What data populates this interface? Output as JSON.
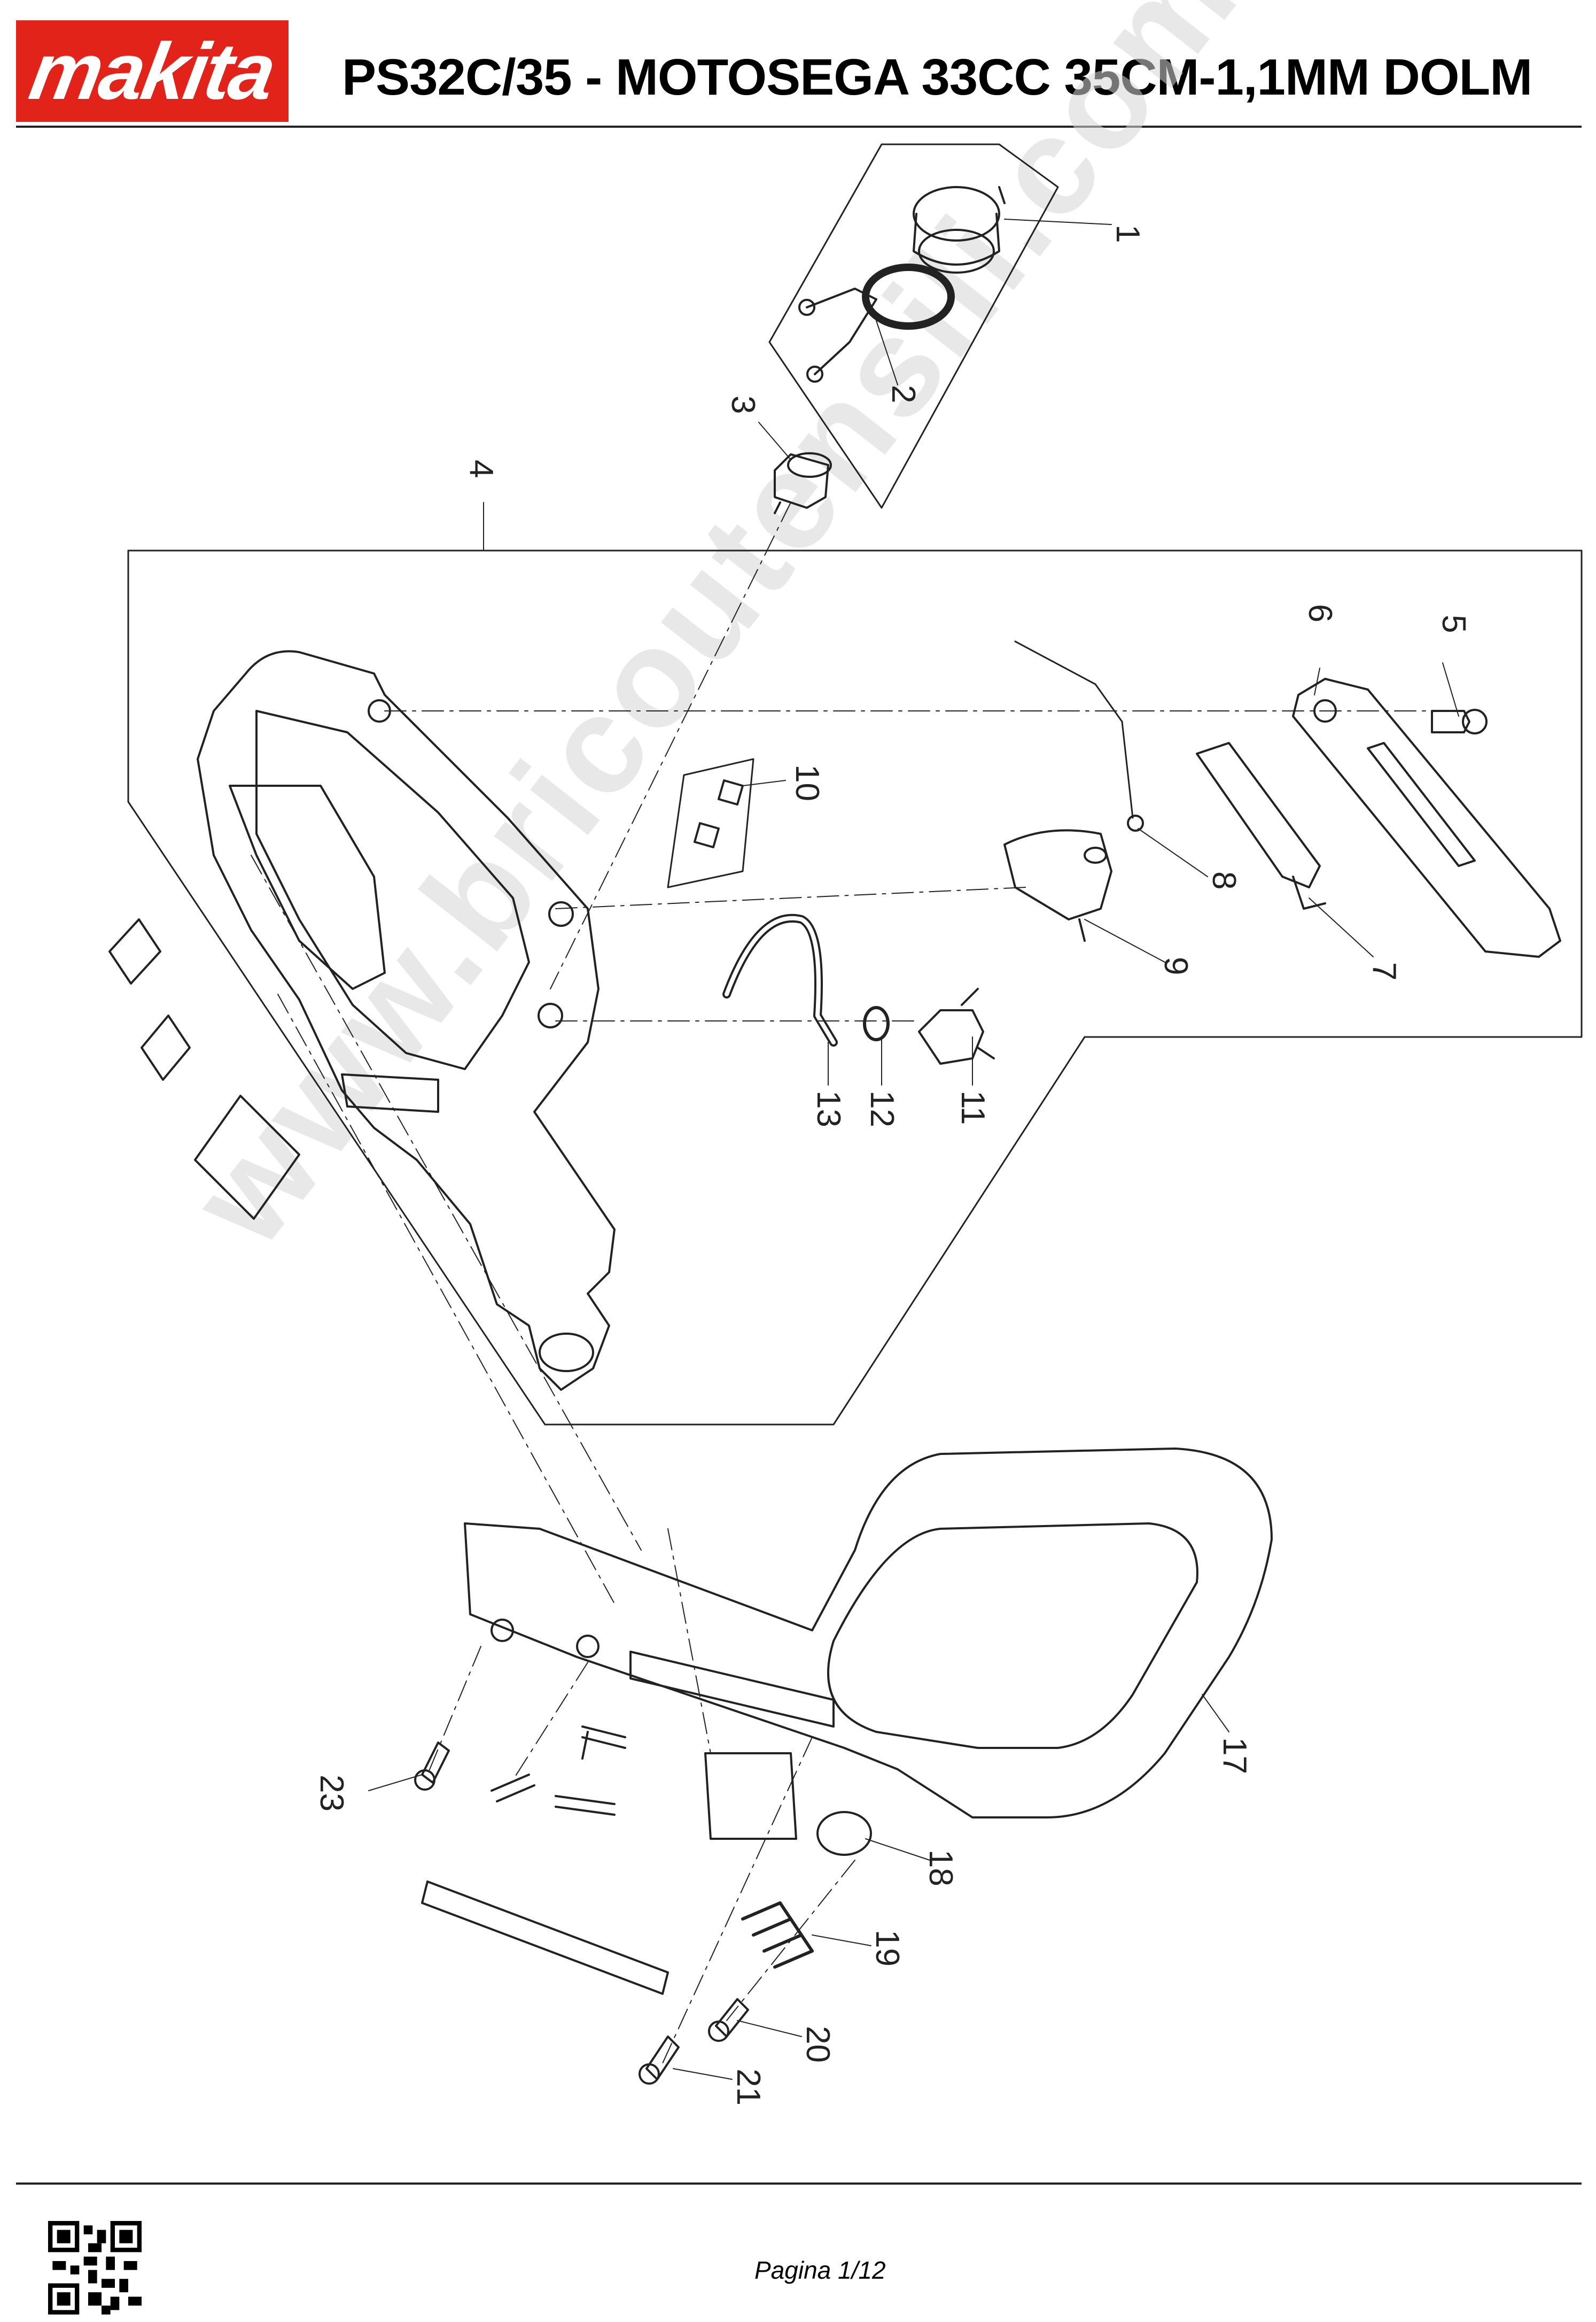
{
  "header": {
    "brand": "makita",
    "title": "PS32C/35 - MOTOSEGA 33CC 35CM-1,1MM DOLM"
  },
  "watermark": "www.bricoutensili.com",
  "callouts": [
    "1",
    "2",
    "3",
    "4",
    "5",
    "6",
    "7",
    "8",
    "9",
    "10",
    "11",
    "12",
    "13",
    "17",
    "18",
    "19",
    "20",
    "21",
    "23"
  ],
  "footer": {
    "page": "Pagina 1/12"
  },
  "colors": {
    "brand_red": "#e2231a",
    "line": "#222222"
  }
}
